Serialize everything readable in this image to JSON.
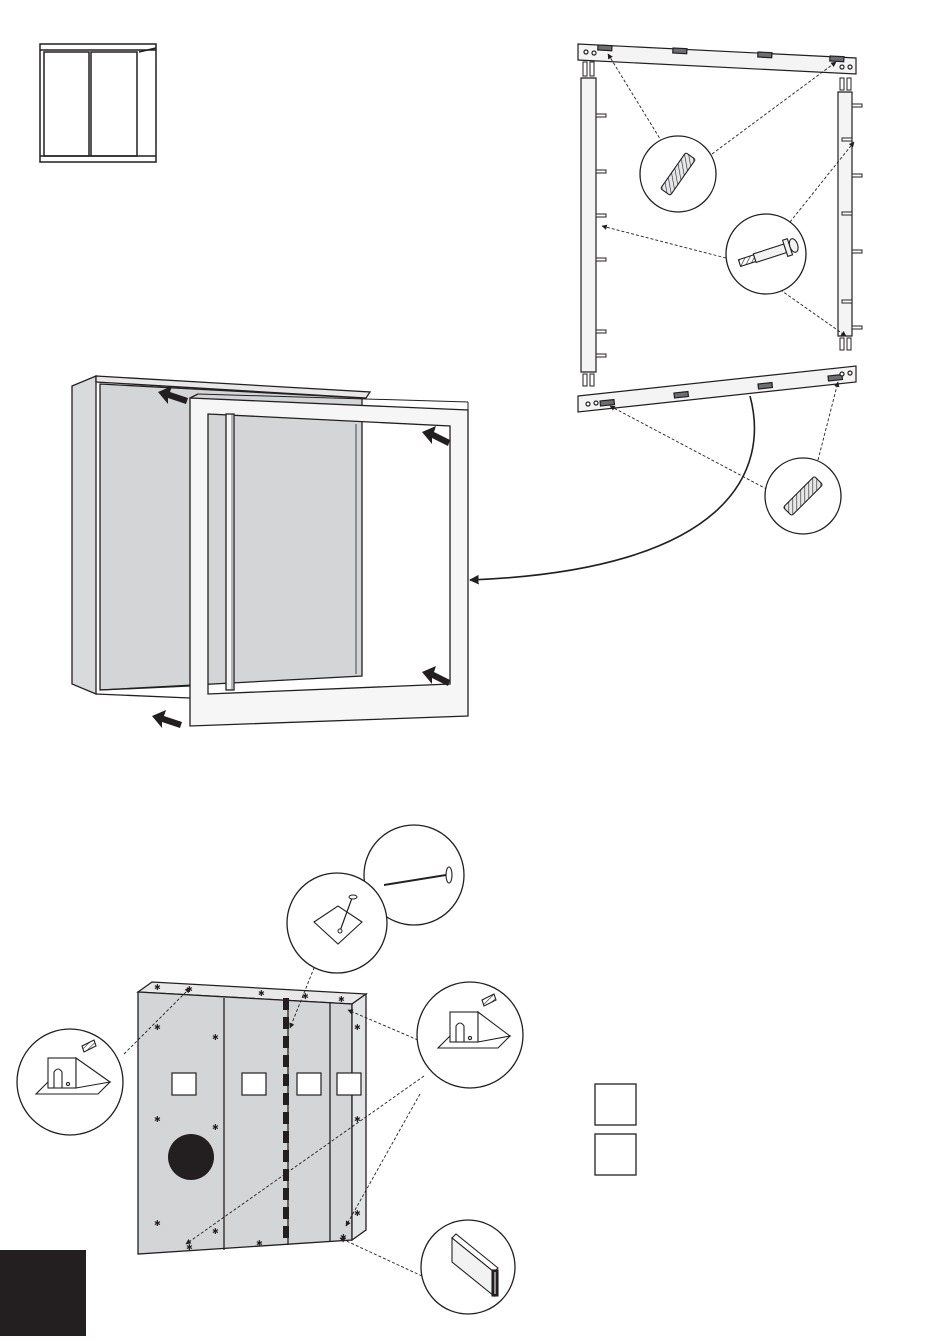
{
  "document": {
    "type": "assembly-instructions",
    "steps": [
      {
        "name": "frame-assembly",
        "parts": [
          "top-rail",
          "left-stile",
          "right-stile",
          "bottom-rail"
        ],
        "fasteners": [
          "wooden-dowel",
          "cam-bolt"
        ]
      },
      {
        "name": "frame-mount",
        "insert_arrows": 4
      },
      {
        "name": "back-panel-fixing",
        "panels": 4,
        "fasteners": [
          "panel-nail",
          "corner-bracket-screw",
          "panel-joining-strip"
        ]
      }
    ],
    "legend_boxes": 2,
    "page_tab": ""
  },
  "icons": {
    "thumbnail": "wardrobe-thumbnail-icon",
    "dowel": "dowel-icon",
    "cam_bolt": "cam-bolt-icon",
    "nail": "nail-icon",
    "bracket": "corner-bracket-icon",
    "strip": "joining-strip-icon",
    "arrow": "push-arrow-icon"
  },
  "colors": {
    "line": "#231f20",
    "panel_grey": "#d4d5d6",
    "wood_light": "#f2f2f2",
    "dowel_grey": "#6d6e71",
    "page_tab": "#231f20"
  }
}
